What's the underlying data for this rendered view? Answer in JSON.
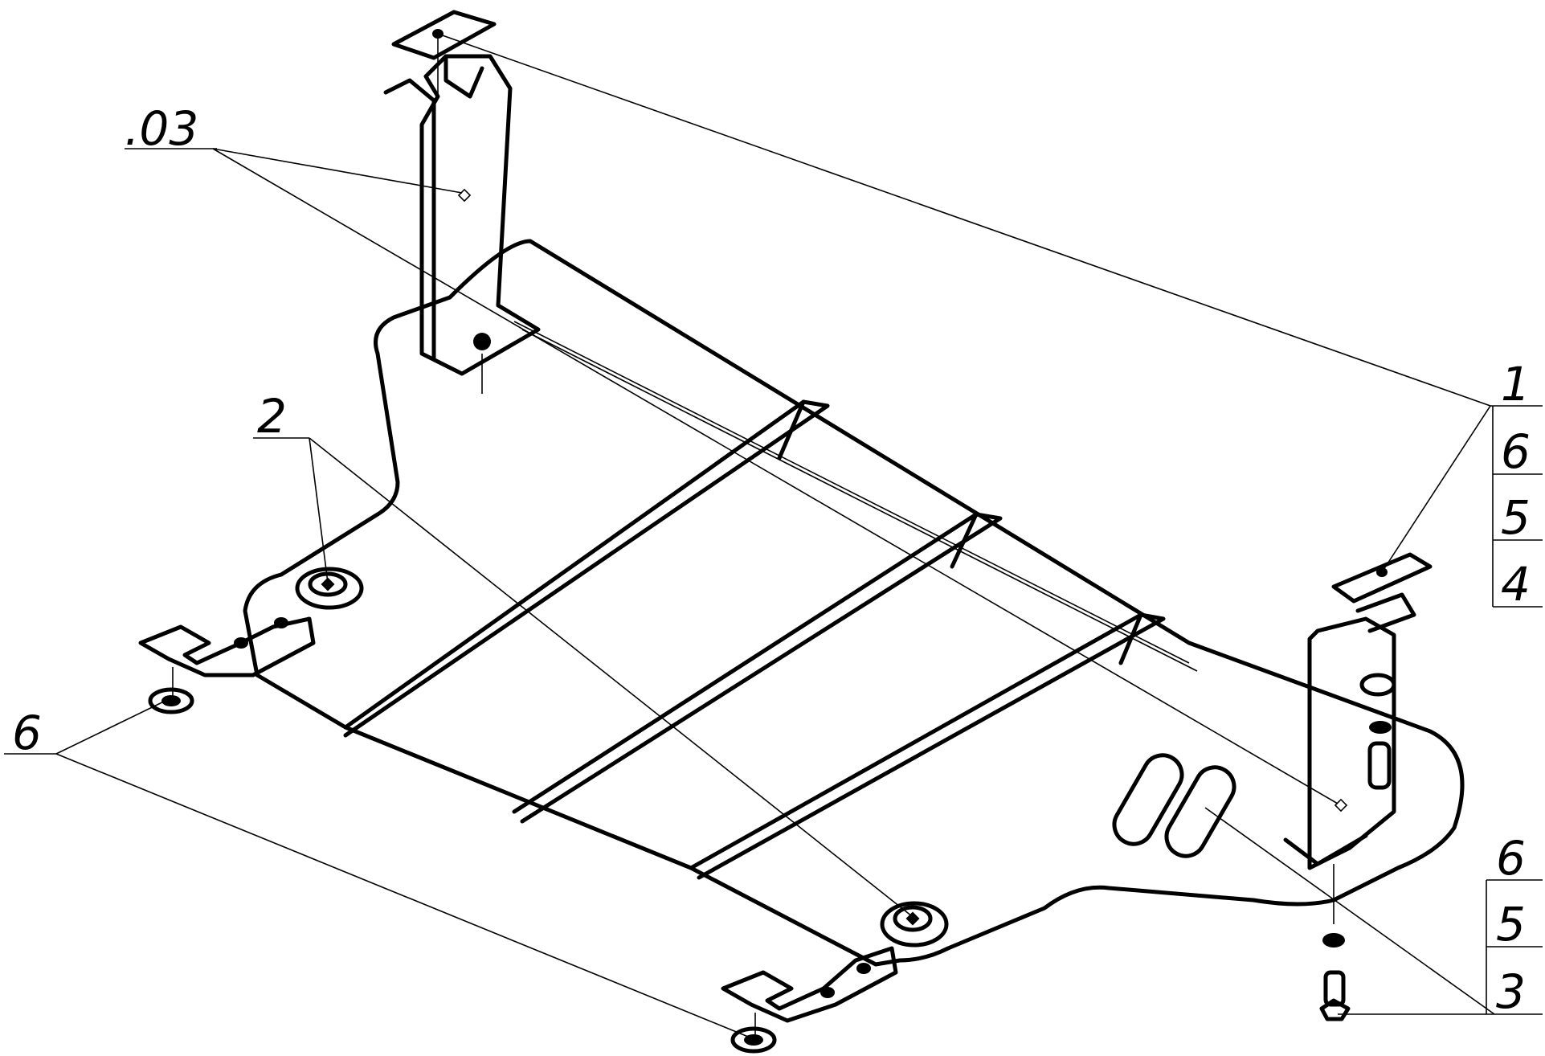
{
  "callouts": {
    "c03": ".03",
    "c2": "2",
    "c6_left": "6",
    "c_right_top": [
      "1",
      "6",
      "5",
      "4"
    ],
    "c_right_bottom": [
      "6",
      "5",
      "3"
    ]
  },
  "colors": {
    "ink": "#000000",
    "paper": "#ffffff"
  }
}
